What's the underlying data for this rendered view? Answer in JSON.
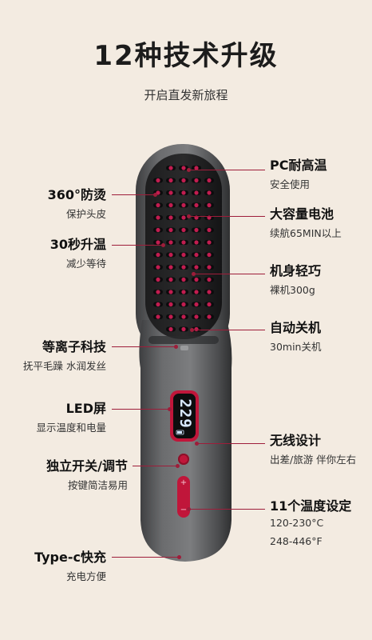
{
  "header": {
    "title": "12种技术升级",
    "subtitle": "开启直发新旅程"
  },
  "device": {
    "display_value": "229",
    "accent_color": "#c0163a",
    "body_color": "#5a5b5d"
  },
  "features_left": [
    {
      "title": "360°防烫",
      "desc": "保护头皮"
    },
    {
      "title": "30秒升温",
      "desc": "减少等待"
    },
    {
      "title": "等离子科技",
      "desc": "抚平毛躁 水润发丝"
    },
    {
      "title": "LED屏",
      "desc": "显示温度和电量"
    },
    {
      "title": "独立开关/调节",
      "desc": "按键简洁易用"
    },
    {
      "title": "Type-c快充",
      "desc": "充电方便"
    }
  ],
  "features_right": [
    {
      "title": "PC耐高温",
      "desc": "安全使用"
    },
    {
      "title": "大容量电池",
      "desc": "续航65MIN以上"
    },
    {
      "title": "机身轻巧",
      "desc": "裸机300g"
    },
    {
      "title": "自动关机",
      "desc": "30min关机"
    },
    {
      "title": "无线设计",
      "desc": "出差/旅游 伴你左右"
    },
    {
      "title": "11个温度设定",
      "desc": "120-230°C",
      "desc2": "248-446°F"
    }
  ]
}
